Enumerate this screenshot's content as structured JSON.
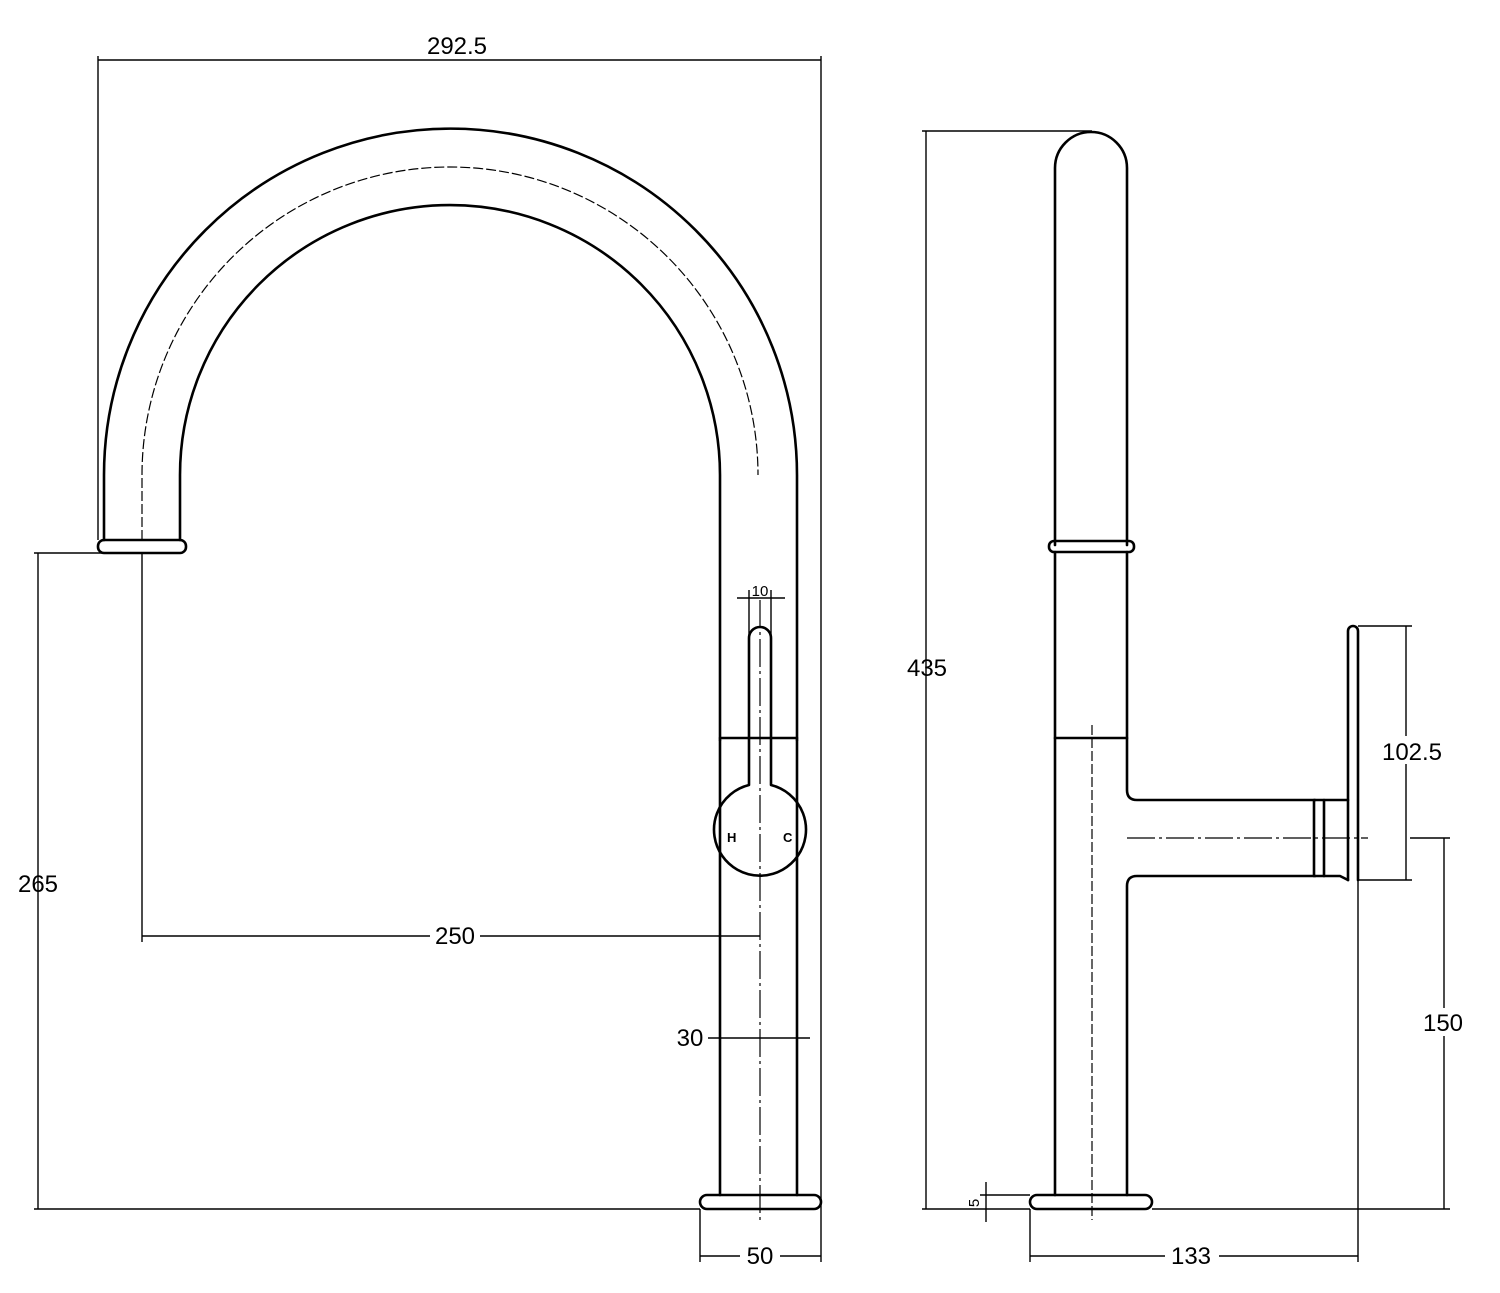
{
  "dimensions": {
    "overall_width": "292.5",
    "spout_height": "265",
    "spout_reach": "250",
    "body_diameter": "30",
    "handle_width": "10",
    "base_width": "50",
    "overall_height": "435",
    "handle_length": "102.5",
    "lever_height": "150",
    "base_thickness": "5",
    "side_depth": "133"
  },
  "handle_marks": {
    "hot": "H",
    "cold": "C"
  }
}
